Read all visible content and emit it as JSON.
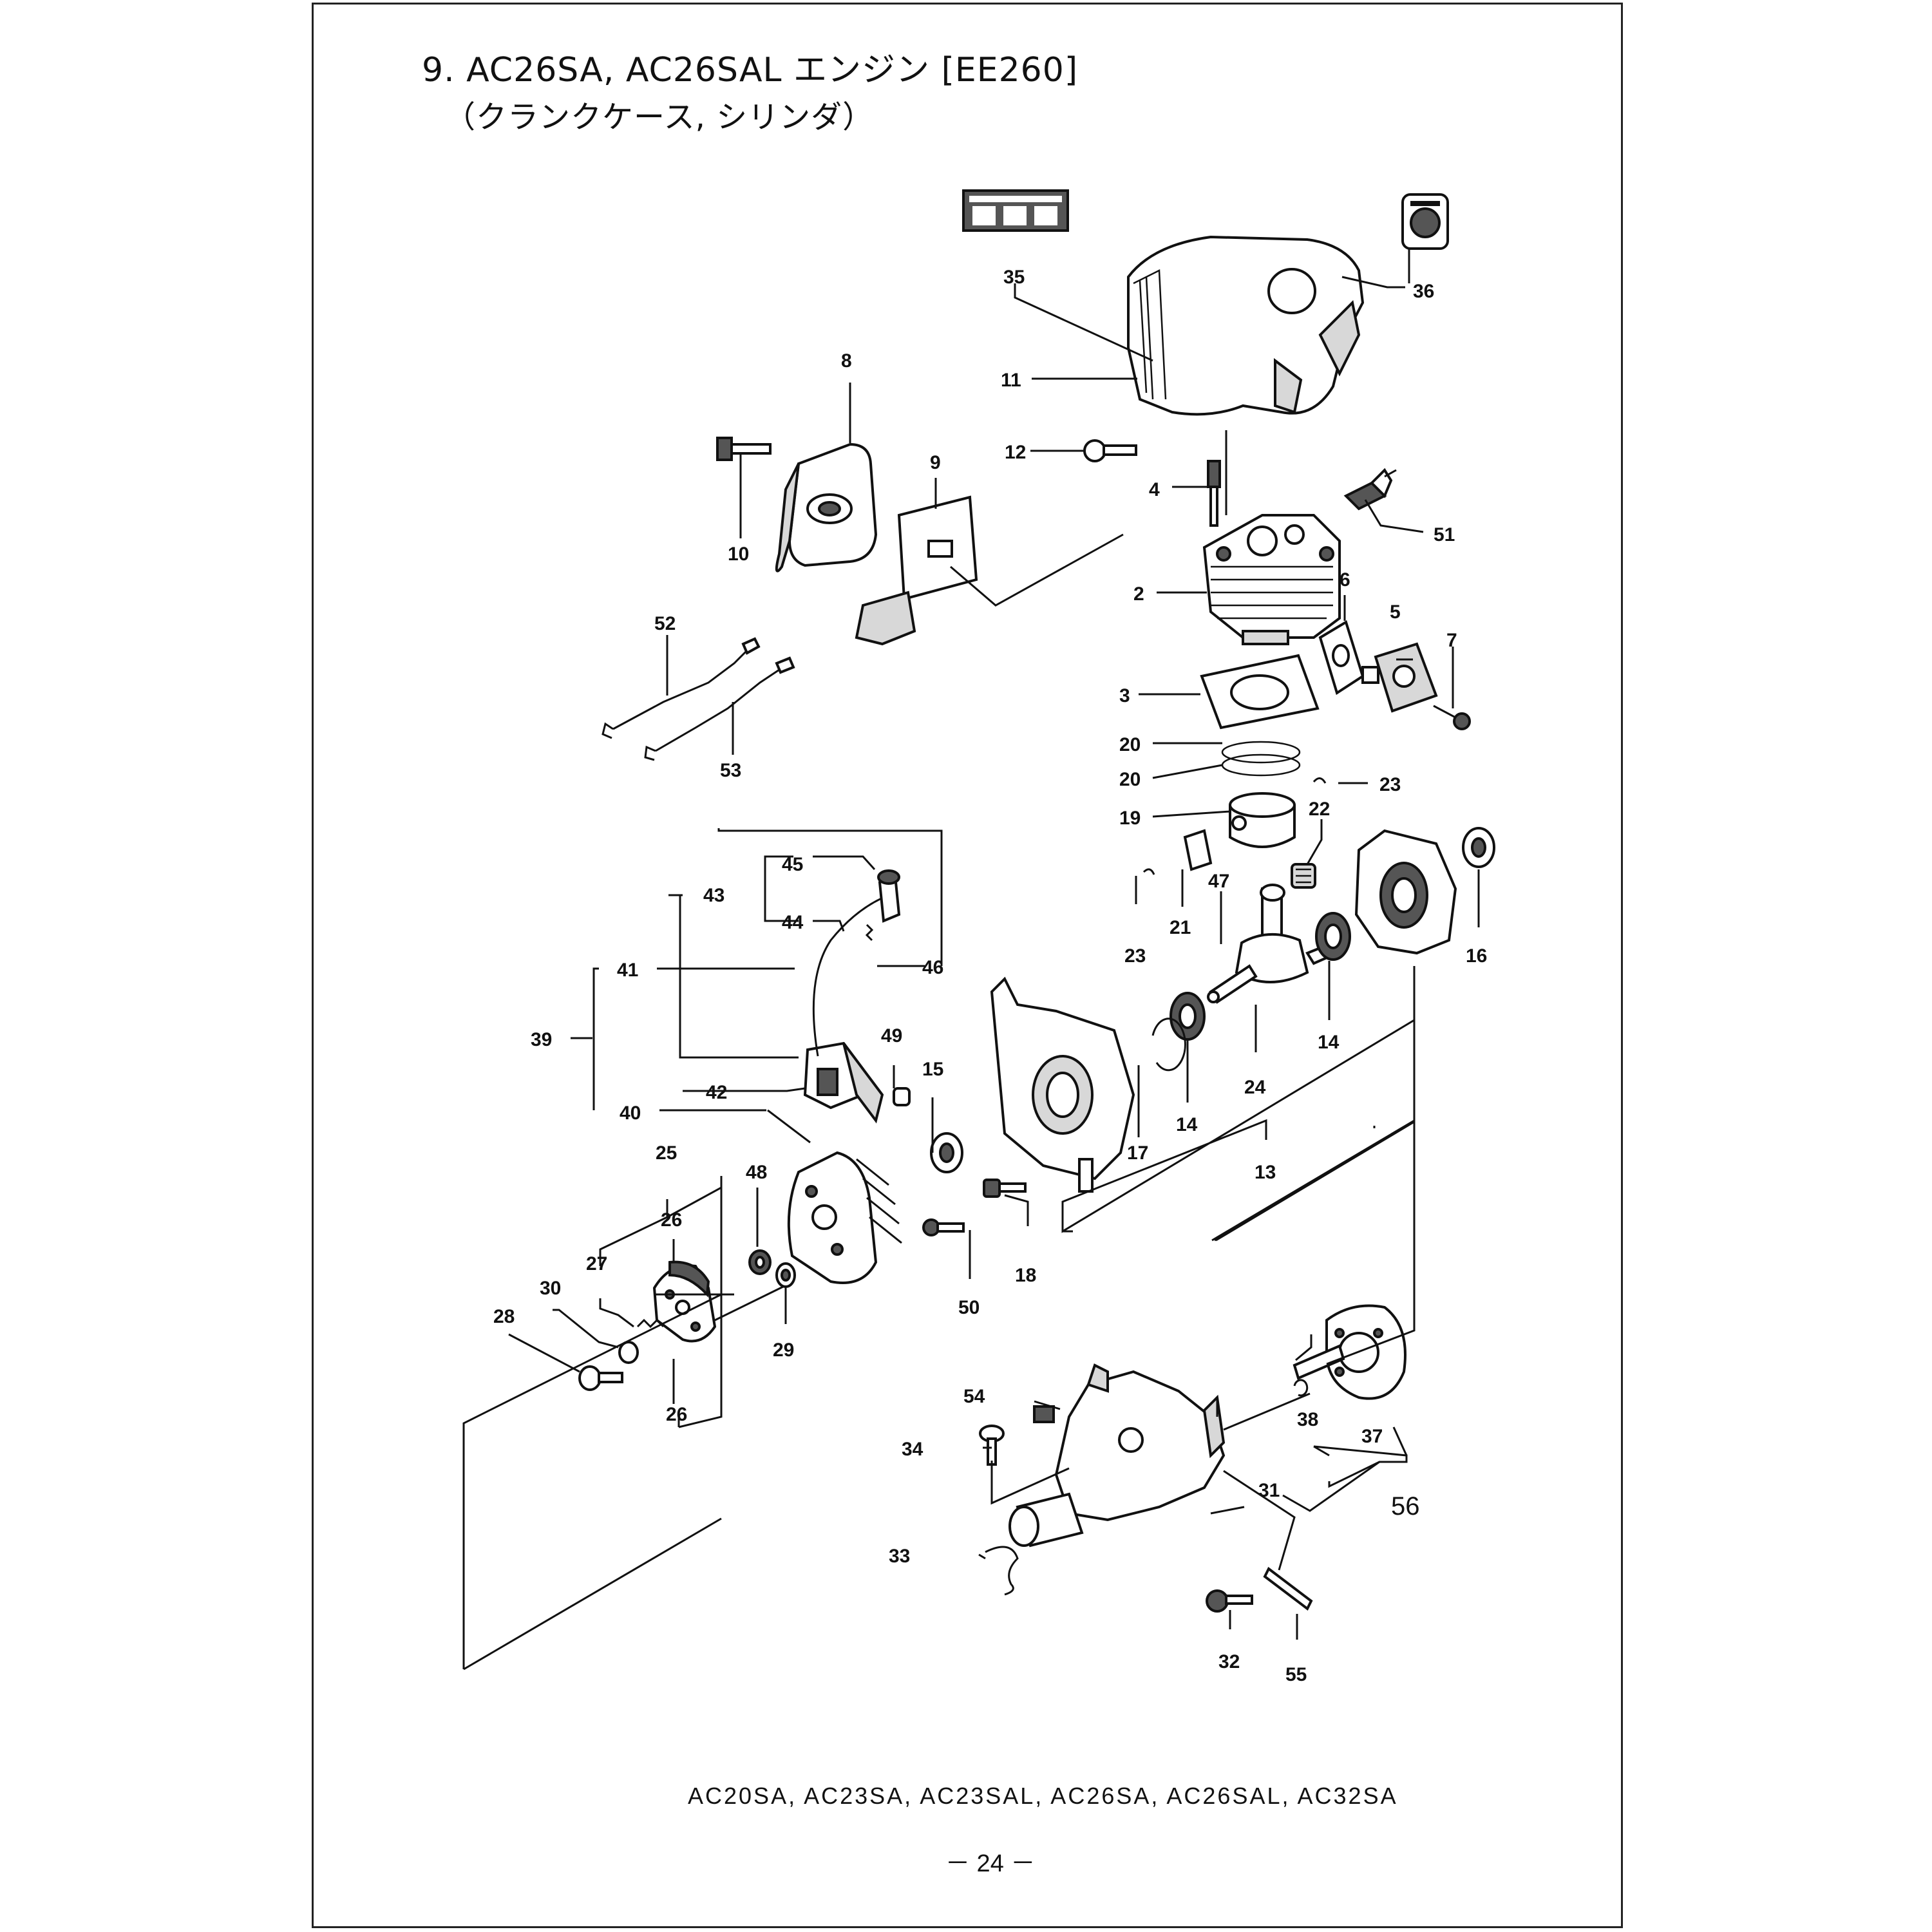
{
  "header": {
    "title_line1": "9. AC26SA, AC26SAL エンジン [EE260]",
    "title_line2": "（クランクケース, シリンダ）"
  },
  "footer": {
    "models": "AC20SA,  AC23SA,  AC23SAL,  AC26SA,  AC26SAL,  AC32SA",
    "page": "－ 24 －"
  },
  "callouts": {
    "c2": "2",
    "c3": "3",
    "c4": "4",
    "c5": "5",
    "c6": "6",
    "c7": "7",
    "c8": "8",
    "c9": "9",
    "c10": "10",
    "c11": "11",
    "c12": "12",
    "c13": "13",
    "c14a": "14",
    "c14b": "14",
    "c15": "15",
    "c16": "16",
    "c17": "17",
    "c18": "18",
    "c19": "19",
    "c20a": "20",
    "c20b": "20",
    "c21": "21",
    "c22": "22",
    "c23a": "23",
    "c23b": "23",
    "c24": "24",
    "c25": "25",
    "c26a": "26",
    "c26b": "26",
    "c27": "27",
    "c28": "28",
    "c29": "29",
    "c30": "30",
    "c31": "31",
    "c32": "32",
    "c33": "33",
    "c34": "34",
    "c35": "35",
    "c36": "36",
    "c37": "37",
    "c38": "38",
    "c39": "39",
    "c40": "40",
    "c41": "41",
    "c42": "42",
    "c43": "43",
    "c44": "44",
    "c45": "45",
    "c46": "46",
    "c47": "47",
    "c48": "48",
    "c49": "49",
    "c50": "50",
    "c51": "51",
    "c52": "52",
    "c53": "53",
    "c54": "54",
    "c55": "55",
    "c56": "56"
  }
}
